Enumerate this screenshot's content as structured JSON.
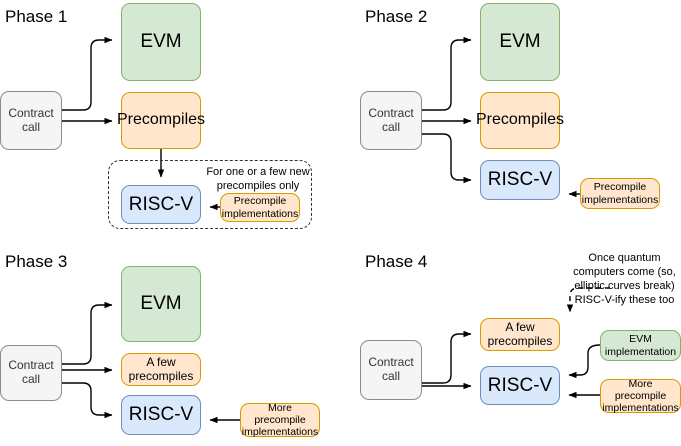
{
  "diagram": {
    "title": "EVM to RISC-V phased roadmap",
    "colors": {
      "green_fill": "#d5e8d4",
      "green_stroke": "#82b366",
      "orange_fill": "#ffe6cc",
      "orange_stroke": "#d79b00",
      "blue_fill": "#dae8fc",
      "blue_stroke": "#6c8ebf",
      "gray_fill": "#f5f5f5",
      "gray_stroke": "#8c8c8c",
      "edge": "#000000",
      "background": "#ffffff"
    }
  },
  "phases": [
    {
      "title": "Phase 1",
      "nodes": {
        "contract_call": "Contract\ncall",
        "evm": "EVM",
        "precompiles": "Precompiles",
        "riscv": "RISC-V",
        "precompile_impl": "Precompile\nimplementations"
      },
      "annotation": "For one or a few new\nprecompiles only",
      "group_style": "dashed"
    },
    {
      "title": "Phase 2",
      "nodes": {
        "contract_call": "Contract\ncall",
        "evm": "EVM",
        "precompiles": "Precompiles",
        "riscv": "RISC-V",
        "precompile_impl": "Precompile\nimplementations"
      }
    },
    {
      "title": "Phase 3",
      "nodes": {
        "contract_call": "Contract\ncall",
        "evm": "EVM",
        "a_few_precompiles": "A few\nprecompiles",
        "riscv": "RISC-V",
        "more_precompile_impl": "More precompile\nimplementations"
      }
    },
    {
      "title": "Phase 4",
      "nodes": {
        "contract_call": "Contract\ncall",
        "a_few_precompiles": "A few\nprecompiles",
        "riscv": "RISC-V",
        "evm_impl": "EVM\nimplementation",
        "more_precompile_impl": "More precompile\nimplementations"
      },
      "annotation": "Once quantum\ncomputers come (so,\nelliptic curves break)\nRISC-V-ify these too"
    }
  ],
  "labels": {
    "p1_title": "Phase 1",
    "p1_contract_call_l1": "Contract",
    "p1_contract_call_l2": "call",
    "p1_evm": "EVM",
    "p1_precompiles": "Precompiles",
    "p1_riscv": "RISC-V",
    "p1_impl_l1": "Precompile",
    "p1_impl_l2": "implementations",
    "p1_note_l1": "For one or a few new",
    "p1_note_l2": "precompiles only",
    "p2_title": "Phase 2",
    "p2_contract_call_l1": "Contract",
    "p2_contract_call_l2": "call",
    "p2_evm": "EVM",
    "p2_precompiles": "Precompiles",
    "p2_riscv": "RISC-V",
    "p2_impl_l1": "Precompile",
    "p2_impl_l2": "implementations",
    "p3_title": "Phase 3",
    "p3_contract_call_l1": "Contract",
    "p3_contract_call_l2": "call",
    "p3_evm": "EVM",
    "p3_afew_l1": "A few",
    "p3_afew_l2": "precompiles",
    "p3_riscv": "RISC-V",
    "p3_impl_l1": "More precompile",
    "p3_impl_l2": "implementations",
    "p4_title": "Phase 4",
    "p4_contract_call_l1": "Contract",
    "p4_contract_call_l2": "call",
    "p4_afew_l1": "A few",
    "p4_afew_l2": "precompiles",
    "p4_riscv": "RISC-V",
    "p4_evmimpl_l1": "EVM",
    "p4_evmimpl_l2": "implementation",
    "p4_impl_l1": "More precompile",
    "p4_impl_l2": "implementations",
    "p4_note_l1": "Once quantum",
    "p4_note_l2": "computers come (so,",
    "p4_note_l3": "elliptic curves break)",
    "p4_note_l4": "RISC-V-ify these too"
  }
}
